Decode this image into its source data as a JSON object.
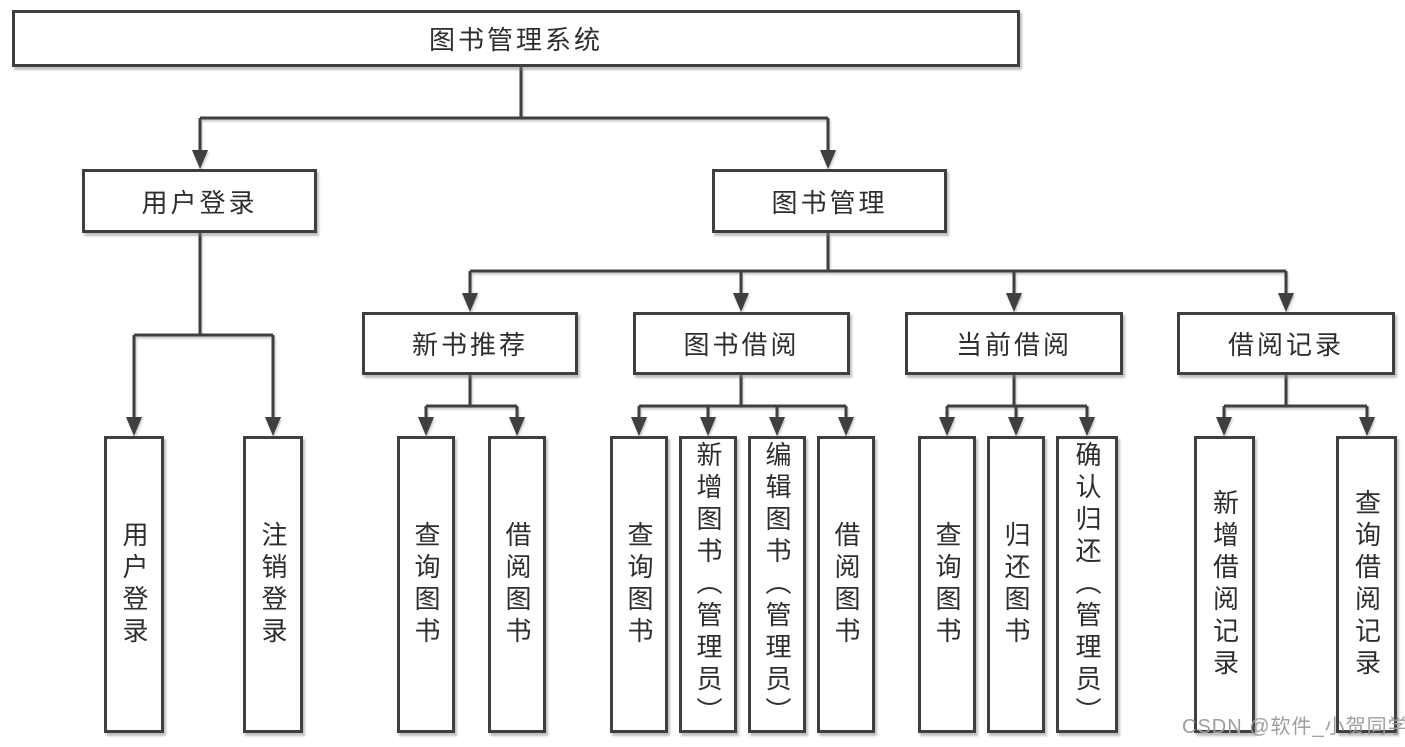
{
  "colors": {
    "line": "#3f3f3f",
    "text": "#2e2e2e",
    "box_bg": "#ffffff",
    "watermark": "#9e9e9e"
  },
  "watermark": {
    "text": "CSDN @软件_小贺同学"
  },
  "tree": {
    "label": "图书管理系统",
    "children": [
      {
        "label": "用户登录",
        "children": [
          {
            "label": "用户登录"
          },
          {
            "label": "注销登录"
          }
        ]
      },
      {
        "label": "图书管理",
        "children": [
          {
            "label": "新书推荐",
            "children": [
              {
                "label": "查询图书"
              },
              {
                "label": "借阅图书"
              }
            ]
          },
          {
            "label": "图书借阅",
            "children": [
              {
                "label": "查询图书"
              },
              {
                "label": "新增图书（管理员）"
              },
              {
                "label": "编辑图书（管理员）"
              },
              {
                "label": "借阅图书"
              }
            ]
          },
          {
            "label": "当前借阅",
            "children": [
              {
                "label": "查询图书"
              },
              {
                "label": "归还图书"
              },
              {
                "label": "确认归还（管理员）"
              }
            ]
          },
          {
            "label": "借阅记录",
            "children": [
              {
                "label": "新增借阅记录"
              },
              {
                "label": "查询借阅记录"
              }
            ]
          }
        ]
      }
    ]
  }
}
